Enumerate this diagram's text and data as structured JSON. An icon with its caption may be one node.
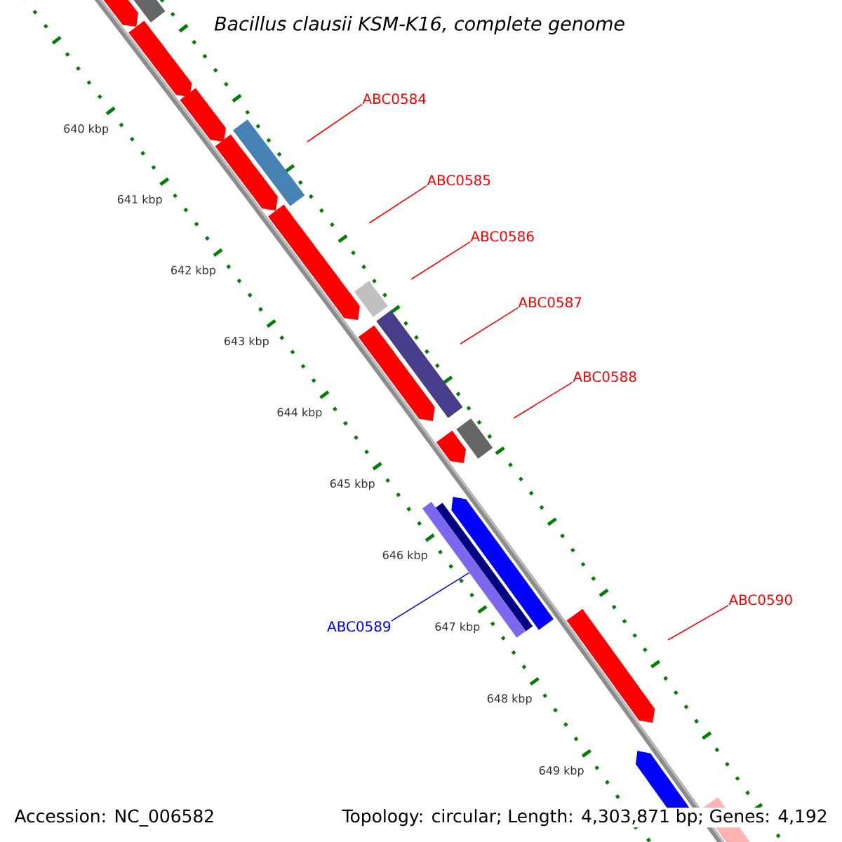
{
  "diagram": {
    "title": "Bacillus clausii KSM-K16, complete genome",
    "nodes": [
      {
        "text": [
          "ABC0584"
        ]
      },
      {
        "text": [
          "ABC0585"
        ]
      },
      {
        "text": [
          "ABC0586"
        ]
      },
      {
        "text": [
          "ABC0587"
        ]
      },
      {
        "text": [
          "ABC0588"
        ]
      },
      {
        "text": [
          "ABC0590"
        ]
      },
      {
        "text": [
          "ABC0589"
        ]
      },
      {
        "text": [],
        "shape": "bar"
      }
    ],
    "edges": [
      {
        "from": 0,
        "to": null,
        "arrow": "none"
      },
      {
        "from": 1,
        "to": null,
        "arrow": "none"
      },
      {
        "from": 2,
        "to": null,
        "arrow": "none"
      },
      {
        "from": 3,
        "to": null,
        "arrow": "none"
      },
      {
        "from": 4,
        "to": null,
        "arrow": "none"
      },
      {
        "from": 5,
        "to": null,
        "arrow": "none"
      },
      {
        "from": 6,
        "to": 7,
        "arrow": "none",
        "color": "#0000ff"
      }
    ],
    "labels": [
      "640 kbp",
      "641 kbp",
      "642 kbp",
      "643 kbp",
      "644 kbp",
      "645 kbp",
      "646 kbp",
      "647 kbp",
      "648 kbp",
      "649 kbp",
      "Accession: NC_006582",
      "Topology: circular; Length: 4,303,871 bp; Genes: 4,192"
    ]
  }
}
